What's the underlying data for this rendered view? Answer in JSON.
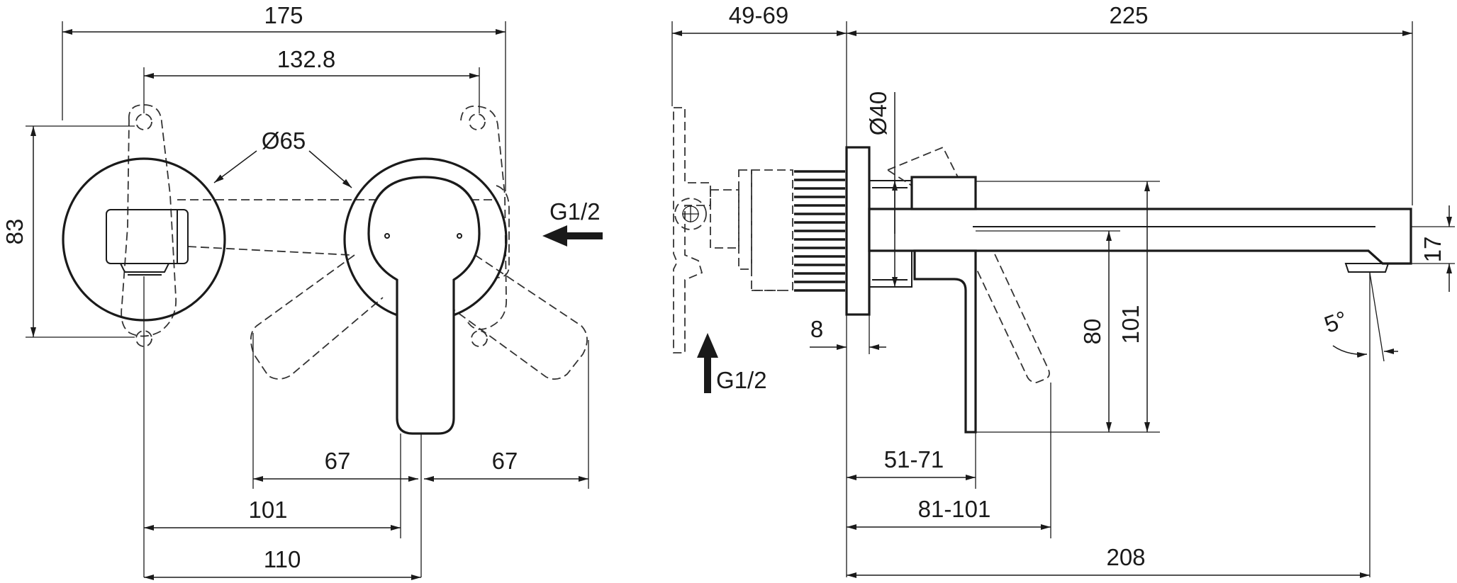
{
  "front_view": {
    "dims": {
      "width_overall": "175",
      "hole_spacing": "132.8",
      "rosette_dia": "Ø65",
      "height": "83",
      "inlet": "G1/2",
      "lever_left": "67",
      "lever_right": "67",
      "offset_101": "101",
      "offset_110": "110"
    }
  },
  "side_view": {
    "dims": {
      "wall_depth": "49-69",
      "spout_length": "225",
      "dia_40": "Ø40",
      "inlet": "G1/2",
      "plate_8": "8",
      "spout_17": "17",
      "angle": "5°",
      "height_80": "80",
      "height_101": "101",
      "reach_51_71": "51-71",
      "reach_81_101": "81-101",
      "reach_208": "208"
    }
  }
}
